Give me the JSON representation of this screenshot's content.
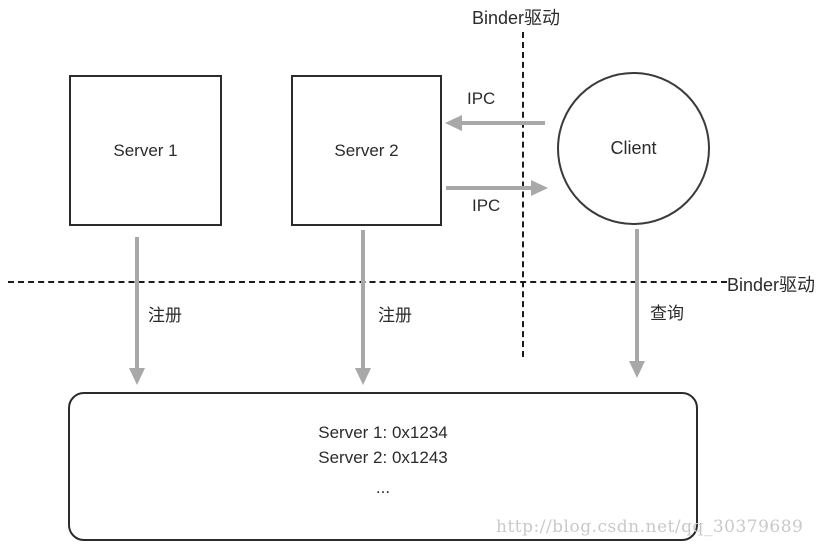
{
  "labels": {
    "binder_driver_top": "Binder驱动",
    "binder_driver_right": "Binder驱动"
  },
  "nodes": {
    "server1": {
      "label": "Server 1"
    },
    "server2": {
      "label": "Server 2"
    },
    "client": {
      "label": "Client"
    }
  },
  "edges": {
    "ipc_client_to_server2": {
      "label": "IPC"
    },
    "ipc_server2_to_client": {
      "label": "IPC"
    },
    "register_server1": {
      "label": "注册"
    },
    "register_server2": {
      "label": "注册"
    },
    "query_client": {
      "label": "查询"
    }
  },
  "service_manager_table": {
    "rows": [
      "Server 1: 0x1234",
      "Server 2: 0x1243",
      "..."
    ]
  },
  "watermark": {
    "text": "http://blog.csdn.net/qq_30379689"
  },
  "colors": {
    "stroke": "#2b2b2b",
    "arrow": "#a8a8a8",
    "dashed_line": "#1a1a1a",
    "watermark": "#c9c9c9",
    "background": "#ffffff"
  }
}
